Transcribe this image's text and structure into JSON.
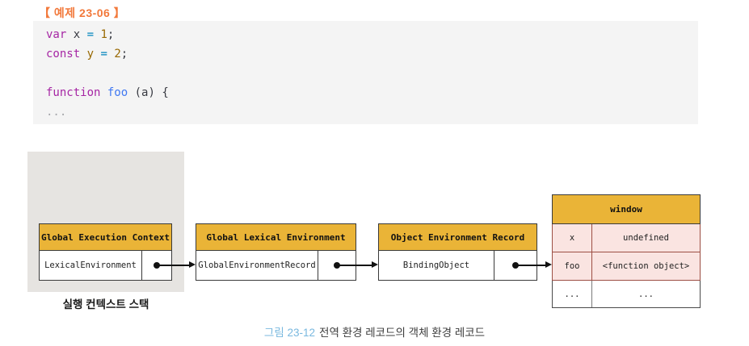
{
  "example_header": {
    "label": "【 예제 23-06 】"
  },
  "code": {
    "lines": [
      {
        "tokens": [
          {
            "text": "var",
            "type": "keyword"
          },
          {
            "text": " x ",
            "type": "plain"
          },
          {
            "text": "=",
            "type": "operator"
          },
          {
            "text": " ",
            "type": "plain"
          },
          {
            "text": "1",
            "type": "number"
          },
          {
            "text": ";",
            "type": "plain"
          }
        ]
      },
      {
        "tokens": [
          {
            "text": "const",
            "type": "keyword"
          },
          {
            "text": " ",
            "type": "plain"
          },
          {
            "text": "y",
            "type": "constant"
          },
          {
            "text": " ",
            "type": "plain"
          },
          {
            "text": "=",
            "type": "operator"
          },
          {
            "text": " ",
            "type": "plain"
          },
          {
            "text": "2",
            "type": "number"
          },
          {
            "text": ";",
            "type": "plain"
          }
        ]
      },
      {
        "tokens": []
      },
      {
        "tokens": [
          {
            "text": "function",
            "type": "keyword"
          },
          {
            "text": " ",
            "type": "plain"
          },
          {
            "text": "foo",
            "type": "function"
          },
          {
            "text": " (a) {",
            "type": "plain"
          }
        ]
      },
      {
        "tokens": [
          {
            "text": "...",
            "type": "comment"
          }
        ]
      }
    ]
  },
  "diagram": {
    "stack_label": "실행 컨텍스트 스택",
    "boxes": [
      {
        "title": "Global Execution Context",
        "field": "LexicalEnvironment"
      },
      {
        "title": "Global Lexical Environment",
        "field": "GlobalEnvironmentRecord"
      },
      {
        "title": "Object Environment Record",
        "field": "BindingObject"
      }
    ],
    "window_table": {
      "title": "window",
      "rows": [
        {
          "key": "x",
          "value": "undefined",
          "highlight": true
        },
        {
          "key": "foo",
          "value": "<function object>",
          "highlight": true
        },
        {
          "key": "...",
          "value": "...",
          "highlight": false
        }
      ]
    }
  },
  "caption": {
    "figure_label": "그림 23-12",
    "text": "전역 환경 레코드의 객체 환경 레코드"
  },
  "colors": {
    "accent_orange": "#f2793b",
    "header_yellow": "#eab437",
    "pink_bg": "#fae4e1",
    "pink_border": "#9c4f44",
    "caption_blue": "#79b8df",
    "code_keyword": "#a626a4",
    "code_function": "#4078f2",
    "code_number": "#986801",
    "code_operator": "#0184bc",
    "code_comment": "#a6a7ab",
    "code_plain": "#383a42"
  }
}
